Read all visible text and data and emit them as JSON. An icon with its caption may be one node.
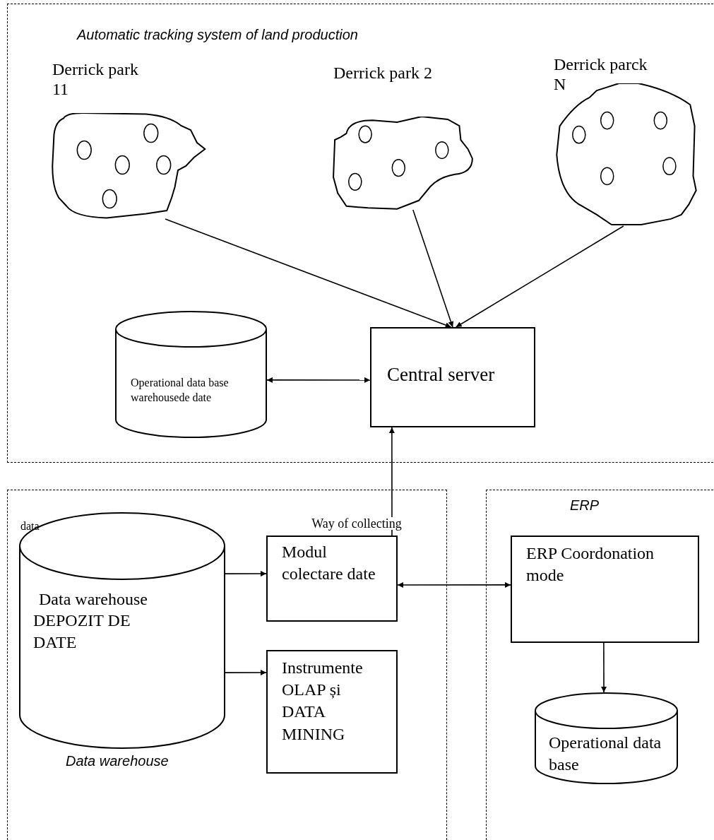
{
  "diagram": {
    "nodes": [
      {
        "text": [
          "Automatic tracking system of land production"
        ]
      },
      {
        "text": [
          "Derrick park 11"
        ],
        "in": 0
      },
      {
        "text": [
          "Derrick park 2"
        ],
        "in": 0
      },
      {
        "text": [
          "Derrick parck N"
        ],
        "in": 0
      },
      {
        "text": [
          "Operational data base warehousede date"
        ],
        "in": 0
      },
      {
        "text": [
          "Central server"
        ],
        "in": 0
      },
      {
        "text": [
          "Data warehouse"
        ]
      },
      {
        "text": [
          "data",
          "Data warehouse",
          "DEPOZIT DE DATE"
        ],
        "in": 6
      },
      {
        "text": [
          "Modul colectare date"
        ],
        "in": 6
      },
      {
        "text": [
          "Instrumente OLAP și DATA MINING"
        ],
        "in": 6
      },
      {
        "text": [
          "ERP"
        ]
      },
      {
        "text": [
          "ERP Coordonation mode"
        ],
        "in": 10
      },
      {
        "text": [
          "Operational data base"
        ],
        "in": 10
      }
    ],
    "edges": [
      {
        "from": 1,
        "to": 5,
        "arrow": "to"
      },
      {
        "from": 2,
        "to": 5,
        "arrow": "to"
      },
      {
        "from": 3,
        "to": 5,
        "arrow": "to"
      },
      {
        "from": 4,
        "to": 5,
        "arrow": "both"
      },
      {
        "from": 8,
        "to": 5,
        "arrow": "to",
        "label": "Way of collecting"
      },
      {
        "from": 7,
        "to": 8,
        "arrow": "to"
      },
      {
        "from": 7,
        "to": 9,
        "arrow": "to"
      },
      {
        "from": 8,
        "to": 11,
        "arrow": "both"
      },
      {
        "from": 11,
        "to": 12,
        "arrow": "to"
      }
    ]
  }
}
